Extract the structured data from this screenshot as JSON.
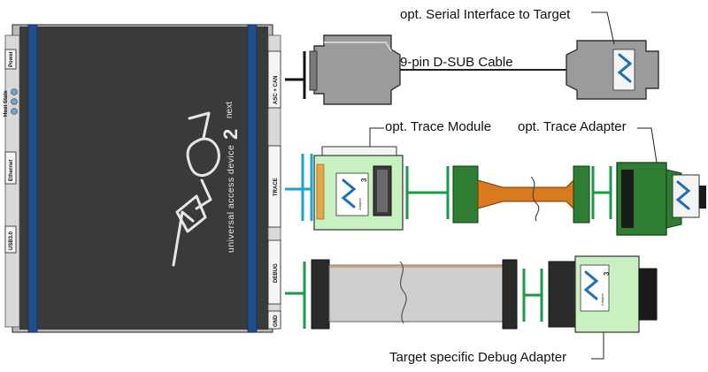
{
  "callouts": {
    "serial_interface": "opt. Serial Interface to Target",
    "dsub_cable": "9-pin D-SUB Cable",
    "trace_module": "opt. Trace Module",
    "trace_adapter": "opt. Trace Adapter",
    "debug_adapter": "Target specific Debug Adapter"
  },
  "device": {
    "brand_text": "universal access device",
    "model_number": "2",
    "model_suffix": "next",
    "left_labels": {
      "power": "Power",
      "host_state": "Host State",
      "ethernet": "Ethernet",
      "usb": "USB3.0"
    },
    "right_labels": {
      "asc_can": "ASC + CAN",
      "trace": "TRACE",
      "debug": "DEBUG",
      "gnd": "GND"
    }
  },
  "modules": {
    "trace_module_label": "Adapter",
    "trace_module_number": "3",
    "debug_adapter_label": "Adapter",
    "debug_adapter_number": "3"
  },
  "colors": {
    "device_body": "#3a3a3a",
    "strap": "#1e4f8c",
    "serial_line": "#111111",
    "trace_line": "#1aa3d6",
    "debug_line": "#1a9a4a",
    "flex_cable": "#d97a1e",
    "module_green": "#c9f0c0",
    "connector_green": "#2e7d32",
    "ribbon_gray": "#cfcfcf"
  }
}
